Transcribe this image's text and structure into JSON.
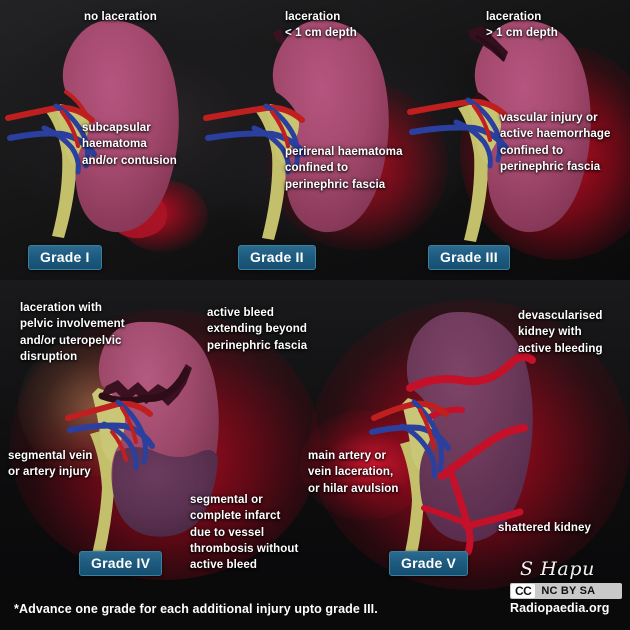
{
  "figure": {
    "title": "AAST renal injury grading",
    "background_color": "#0b0b0c",
    "kidney_color": "#a2486c",
    "badge_color": "#1d5b7f",
    "haemorrhage_color": "#b3112a",
    "artery_color": "#c01f1f",
    "vein_color": "#2b3f9e",
    "ureter_color": "#c3bf6b",
    "infarct_color": "#5c3553",
    "laceration_color": "#3a1222"
  },
  "panels": [
    {
      "id": "grade-1",
      "badge": "Grade I",
      "top_caption": "no laceration",
      "captions": [
        "subcapsular\nhaematoma\nand/or contusion"
      ]
    },
    {
      "id": "grade-2",
      "badge": "Grade II",
      "top_caption": "laceration\n< 1 cm depth",
      "captions": [
        "perirenal haematoma\nconfined to\nperinephric fascia"
      ]
    },
    {
      "id": "grade-3",
      "badge": "Grade III",
      "top_caption": "laceration\n> 1 cm depth",
      "captions": [
        "vascular injury or\nactive haemorrhage\nconfined to\nperinephric fascia"
      ]
    },
    {
      "id": "grade-4",
      "badge": "Grade IV",
      "top_caption": "laceration with\npelvic involvement\nand/or uteropelvic\ndisruption",
      "captions": [
        "active bleed\nextending beyond\nperinephric fascia",
        "segmental vein\nor artery injury",
        "segmental or\ncomplete infarct\ndue to vessel\nthrombosis without\nactive bleed"
      ]
    },
    {
      "id": "grade-5",
      "badge": "Grade V",
      "top_caption": "devascularised\nkidney with\nactive bleeding",
      "captions": [
        "main artery or\nvein laceration,\nor hilar avulsion",
        "shattered kidney"
      ]
    }
  ],
  "footnote": "*Advance one grade for each additional injury upto grade III.",
  "credit": {
    "signature": "S Hapu",
    "cc_mark": "CC",
    "cc_terms": "NC BY SA",
    "site": "Radiopaedia.org"
  }
}
